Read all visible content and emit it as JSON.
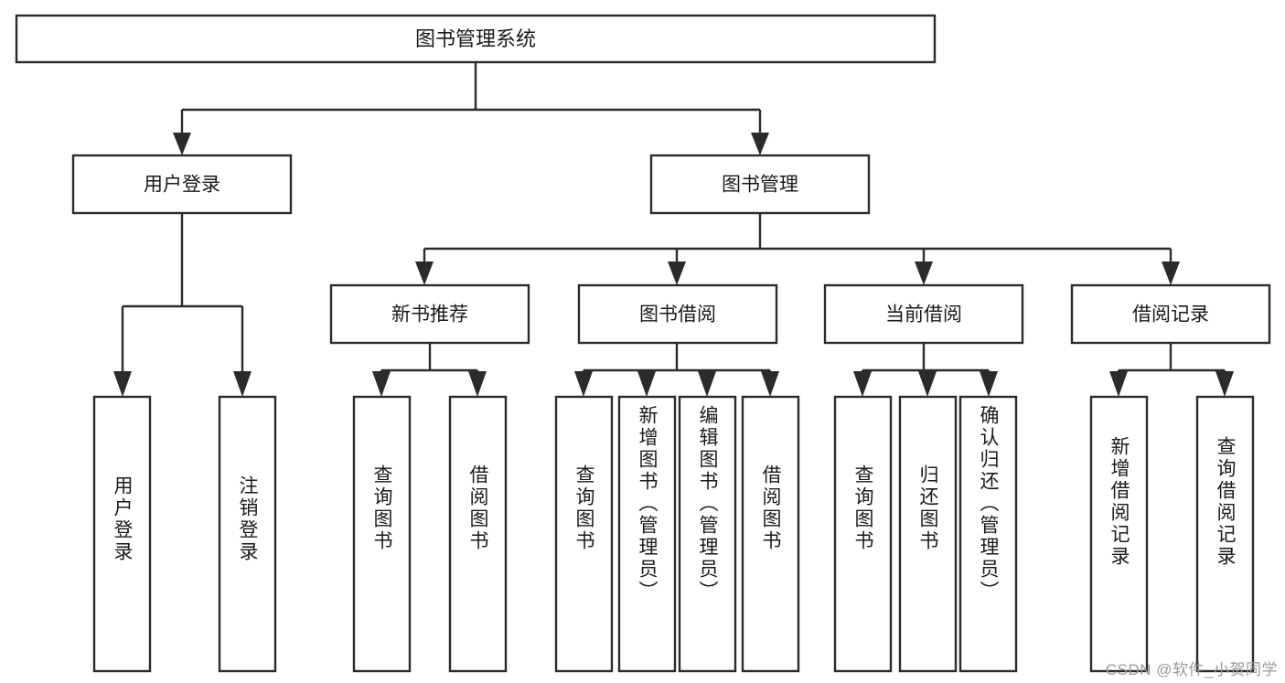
{
  "diagram": {
    "type": "tree-hierarchy",
    "title": "图书管理系统",
    "watermark": "CSDN @软件_小贺同学",
    "colors": {
      "stroke": "#2b2b2b",
      "fill": "#ffffff",
      "text": "#1a1a1a",
      "watermark": "#9a9a9a"
    },
    "levels": {
      "root": {
        "label": "图书管理系统"
      },
      "level2": [
        {
          "id": "user-login",
          "label": "用户登录"
        },
        {
          "id": "book-manage",
          "label": "图书管理"
        }
      ],
      "level3": [
        {
          "id": "new-book-rec",
          "label": "新书推荐",
          "parent": "book-manage"
        },
        {
          "id": "book-borrow",
          "label": "图书借阅",
          "parent": "book-manage"
        },
        {
          "id": "current-borrow",
          "label": "当前借阅",
          "parent": "book-manage"
        },
        {
          "id": "borrow-record",
          "label": "借阅记录",
          "parent": "book-manage"
        }
      ],
      "leaves": {
        "user-login": [
          {
            "id": "leaf-user-login",
            "label": "用户登录"
          },
          {
            "id": "leaf-logout",
            "label": "注销登录"
          }
        ],
        "new-book-rec": [
          {
            "id": "leaf-query-book-1",
            "label": "查询图书"
          },
          {
            "id": "leaf-borrow-book-1",
            "label": "借阅图书"
          }
        ],
        "book-borrow": [
          {
            "id": "leaf-query-book-2",
            "label": "查询图书"
          },
          {
            "id": "leaf-add-book",
            "label": "新增图书（管理员）"
          },
          {
            "id": "leaf-edit-book",
            "label": "编辑图书（管理员）"
          },
          {
            "id": "leaf-borrow-book-2",
            "label": "借阅图书"
          }
        ],
        "current-borrow": [
          {
            "id": "leaf-query-book-3",
            "label": "查询图书"
          },
          {
            "id": "leaf-return-book",
            "label": "归还图书"
          },
          {
            "id": "leaf-confirm-return",
            "label": "确认归还（管理员）"
          }
        ],
        "borrow-record": [
          {
            "id": "leaf-add-record",
            "label": "新增借阅记录"
          },
          {
            "id": "leaf-query-record",
            "label": "查询借阅记录"
          }
        ]
      }
    }
  }
}
